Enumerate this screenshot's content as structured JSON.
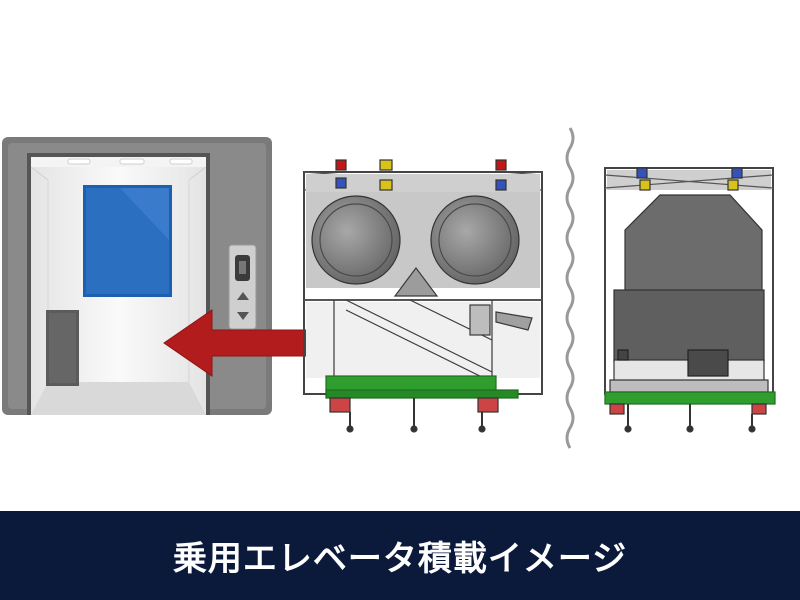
{
  "caption": {
    "text": "乗用エレベータ積載イメージ"
  },
  "colors": {
    "caption_bg": "#0b1a3a",
    "caption_text": "#ffffff",
    "arrow": "#b31c1c",
    "elevator_panel": "#7a7a7a",
    "mirror_blue": "#2a6fc0",
    "frame_green": "#2f9e2f"
  },
  "icons": [
    "elevator-car",
    "left-arrow",
    "cart-side-view",
    "cart-front-view",
    "break-line"
  ]
}
